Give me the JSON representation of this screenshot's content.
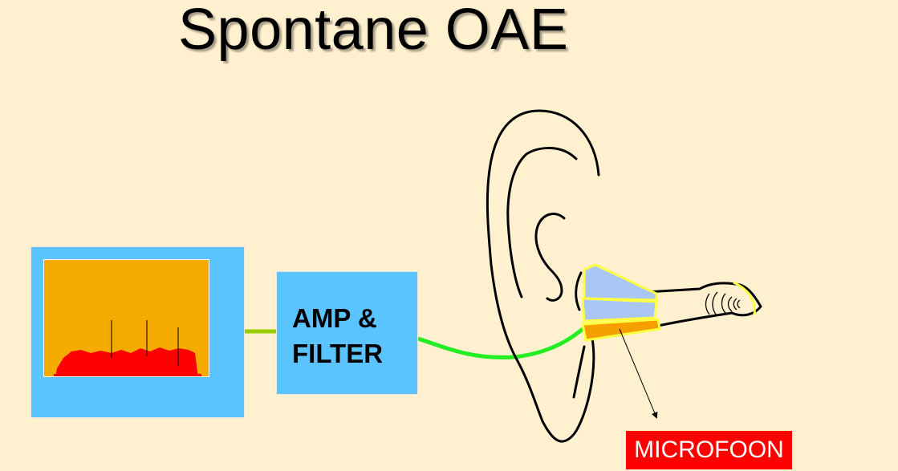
{
  "title": "Spontane OAE",
  "amp_box": {
    "line1": "AMP &",
    "line2": "FILTER"
  },
  "microphone_label": "MICROFOON",
  "colors": {
    "background": "#fff0cf",
    "box_blue": "#5bc4ff",
    "screen_orange": "#f5ab00",
    "spectrum_red": "#ff0000",
    "cable_green": "#22ee22",
    "cable_olive": "#99cc00",
    "probe_yellow": "#ffff44",
    "label_red": "#ff0000"
  }
}
